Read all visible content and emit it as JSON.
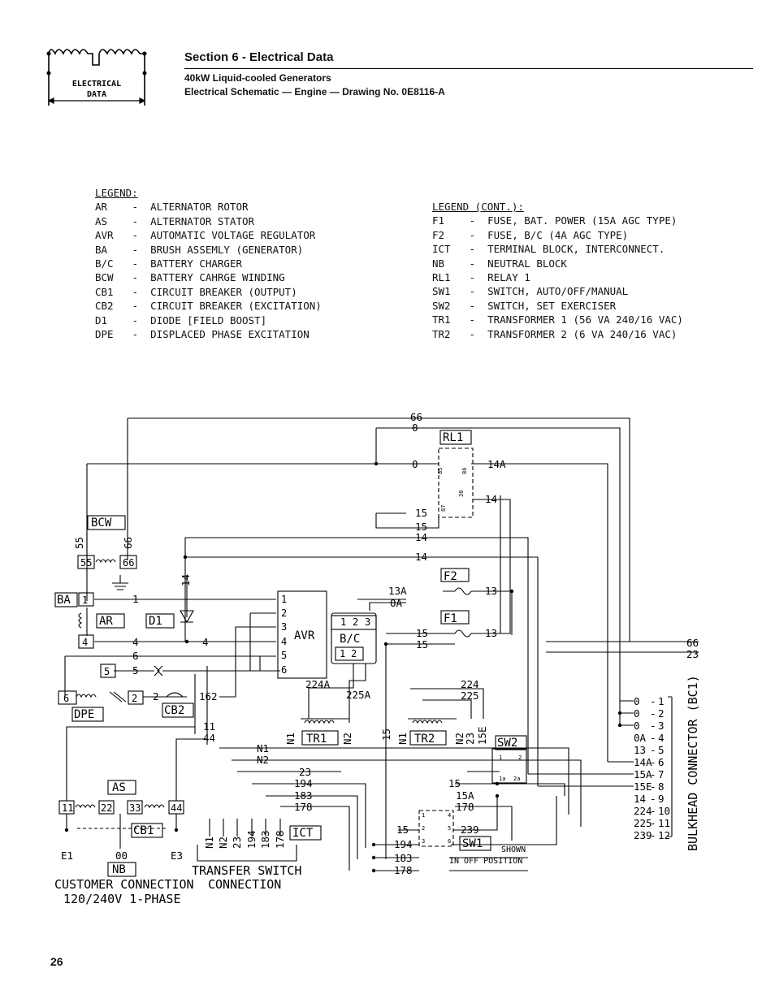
{
  "header": {
    "section_title": "Section 6 - Electrical Data",
    "line1": "40kW Liquid-cooled Generators",
    "line2": "Electrical Schematic — Engine — Drawing No. 0E8116-A",
    "logo_line1": "ELECTRICAL",
    "logo_line2": "DATA"
  },
  "legend_left": {
    "title": "LEGEND:",
    "items": [
      {
        "code": "AR",
        "text": "ALTERNATOR ROTOR"
      },
      {
        "code": "AS",
        "text": "ALTERNATOR STATOR"
      },
      {
        "code": "AVR",
        "text": "AUTOMATIC VOLTAGE REGULATOR"
      },
      {
        "code": "BA",
        "text": "BRUSH ASSEMLY (GENERATOR)"
      },
      {
        "code": "B/C",
        "text": "BATTERY CHARGER"
      },
      {
        "code": "BCW",
        "text": "BATTERY CAHRGE WINDING"
      },
      {
        "code": "CB1",
        "text": "CIRCUIT BREAKER (OUTPUT)"
      },
      {
        "code": "CB2",
        "text": "CIRCUIT BREAKER (EXCITATION)"
      },
      {
        "code": "D1",
        "text": "DIODE [FIELD BOOST]"
      },
      {
        "code": "DPE",
        "text": "DISPLACED PHASE EXCITATION"
      }
    ]
  },
  "legend_right": {
    "title": "LEGEND (CONT.):",
    "items": [
      {
        "code": "F1",
        "text": "FUSE, BAT. POWER (15A AGC TYPE)"
      },
      {
        "code": "F2",
        "text": "FUSE, B/C (4A AGC TYPE)"
      },
      {
        "code": "ICT",
        "text": "TERMINAL BLOCK, INTERCONNECT."
      },
      {
        "code": "NB",
        "text": "NEUTRAL BLOCK"
      },
      {
        "code": "RL1",
        "text": "RELAY 1"
      },
      {
        "code": "SW1",
        "text": "SWITCH, AUTO/OFF/MANUAL"
      },
      {
        "code": "SW2",
        "text": "SWITCH, SET EXERCISER"
      },
      {
        "code": "TR1",
        "text": "TRANSFORMER 1 (56 VA 240/16 VAC)"
      },
      {
        "code": "TR2",
        "text": "TRANSFORMER 2 (6 VA 240/16 VAC)"
      }
    ]
  },
  "schematic": {
    "components": {
      "bcw": "BCW",
      "ba": "BA",
      "ar": "AR",
      "d1": "D1",
      "avr": "AVR",
      "bc": "B/C",
      "f1": "F1",
      "f2": "F2",
      "rl1": "RL1",
      "tr1": "TR1",
      "tr2": "TR2",
      "sw1": "SW1",
      "sw2": "SW2",
      "dpe": "DPE",
      "cb2": "CB2",
      "as": "AS",
      "cb1": "CB1",
      "nb": "NB",
      "ict": "ICT"
    },
    "bcw_terminals": [
      "55",
      "66"
    ],
    "avr_terminals": [
      "1",
      "2",
      "3",
      "4",
      "5",
      "6"
    ],
    "bc_terminals_top": [
      "1",
      "2",
      "3"
    ],
    "bc_terminals_bottom": [
      "1",
      "2"
    ],
    "as_terminals": [
      "11",
      "22",
      "33",
      "44"
    ],
    "misc_boxes": {
      "ba_1": "1",
      "ar_4": "4",
      "box5": "5",
      "dpe_6": "6",
      "cb2_2": "2"
    },
    "relay_pins": [
      "85",
      "86",
      "30",
      "87"
    ],
    "sw1_pins": [
      "1",
      "2",
      "3",
      "4",
      "5",
      "6"
    ],
    "sw2_pins": [
      "1",
      "2",
      "1a",
      "2a"
    ],
    "wire_labels": {
      "w66_top": "66",
      "w0_top": "0",
      "w0_mid": "0",
      "w14a": "14A",
      "w14_relay": "14",
      "w15a": "15",
      "w15b": "15",
      "w14a2": "14",
      "w14b": "14",
      "w14_vert": "14",
      "w13a": "13A",
      "w0a": "0A",
      "w13_f2": "13",
      "w15_f1": "15",
      "w13_f1": "13",
      "w15_c": "15",
      "w1": "1",
      "w4a": "4",
      "w4b": "4",
      "w6": "6",
      "w5": "5",
      "w2": "2",
      "w162": "162",
      "w11": "11",
      "w44": "44",
      "w224a": "224A",
      "w225a": "225A",
      "w224": "224",
      "w225": "225",
      "wn1": "N1",
      "wn2": "N2",
      "w23": "23",
      "w194": "194",
      "w183": "183",
      "w178": "178",
      "w15_sw": "15",
      "w15a_sw": "15A",
      "w178_sw": "178",
      "w15_sw1": "15",
      "w239": "239",
      "w194_b": "194",
      "w183_b": "183",
      "w178_b": "178",
      "w66_right": "66",
      "w23_right": "23",
      "tr1_n1": "N1",
      "tr1_n2": "N2",
      "tr2_15": "15",
      "tr2_n1": "N1",
      "tr2_n2": "N2",
      "tr2_23": "23",
      "tr2_15e": "15E",
      "e1": "E1",
      "e00": "00",
      "e3": "E3",
      "bcw_55": "55",
      "bcw_66": "66"
    },
    "ict_labels": [
      "N1",
      "N2",
      "23",
      "194",
      "183",
      "178"
    ],
    "bulkhead_title": "BULKHEAD CONNECTOR (BC1)",
    "bulkhead_rows": [
      {
        "wire": "0",
        "pin": "1"
      },
      {
        "wire": "0",
        "pin": "2"
      },
      {
        "wire": "0",
        "pin": "3"
      },
      {
        "wire": "0A",
        "pin": "4"
      },
      {
        "wire": "13",
        "pin": "5"
      },
      {
        "wire": "14A",
        "pin": "6"
      },
      {
        "wire": "15A",
        "pin": "7"
      },
      {
        "wire": "15E",
        "pin": "8"
      },
      {
        "wire": "14",
        "pin": "9"
      },
      {
        "wire": "224",
        "pin": "10"
      },
      {
        "wire": "225",
        "pin": "11"
      },
      {
        "wire": "239",
        "pin": "12"
      }
    ],
    "sw1_note_1": "SHOWN",
    "sw1_note_2": "IN OFF POSITION",
    "customer_1": "CUSTOMER CONNECTION",
    "customer_2": "120/240V 1-PHASE",
    "transfer_1": "TRANSFER SWITCH",
    "transfer_2": "CONNECTION"
  },
  "page_number": "26"
}
